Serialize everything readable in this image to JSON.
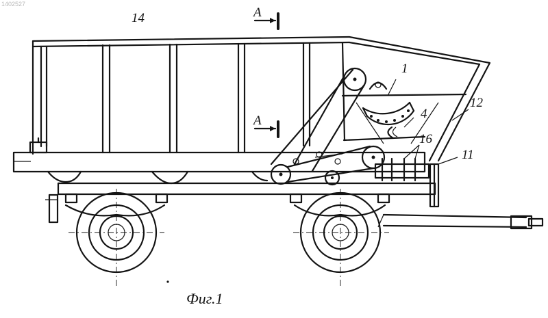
{
  "watermark": "1402527",
  "caption": "Фиг.1",
  "section_marks": [
    {
      "letter": "A"
    },
    {
      "letter": "A"
    }
  ],
  "reference_numbers": {
    "body": "14",
    "drum": "1",
    "lower_part": "4",
    "hopper_wall": "12",
    "brackets": "16",
    "flap": "11"
  },
  "colors": {
    "ink": "#141414",
    "paper": "#ffffff"
  }
}
